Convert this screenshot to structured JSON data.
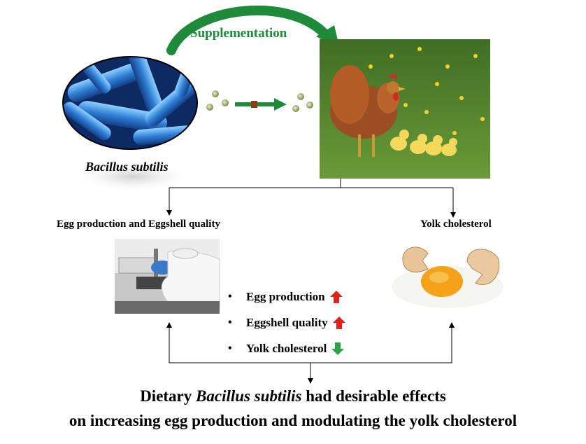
{
  "supplementation_label": "Supplementation",
  "bacteria_label": "Bacillus subtilis",
  "outcome_left_label": "Egg production and Eggshell quality",
  "outcome_right_label": "Yolk cholesterol",
  "effects": [
    {
      "label": "Egg production",
      "direction": "up",
      "icon": "red-up-arrow-icon",
      "color": "#e0221b"
    },
    {
      "label": "Eggshell quality",
      "direction": "up",
      "icon": "red-up-arrow-icon",
      "color": "#e0221b"
    },
    {
      "label": "Yolk cholesterol",
      "direction": "down",
      "icon": "green-down-arrow-icon",
      "color": "#2aa34a"
    }
  ],
  "conclusion": {
    "line1_prefix": "Dietary",
    "line1_italic": "Bacillus subtilis",
    "line1_suffix": "had desirable effects",
    "line2": "on increasing egg production and modulating the yolk cholesterol"
  },
  "colors": {
    "supplementation_arrow": "#1e8b3a",
    "bacteria_blue": "#2f7fd6",
    "bacteria_background": "#0b1f4a",
    "grass": "#5a8a2e"
  }
}
